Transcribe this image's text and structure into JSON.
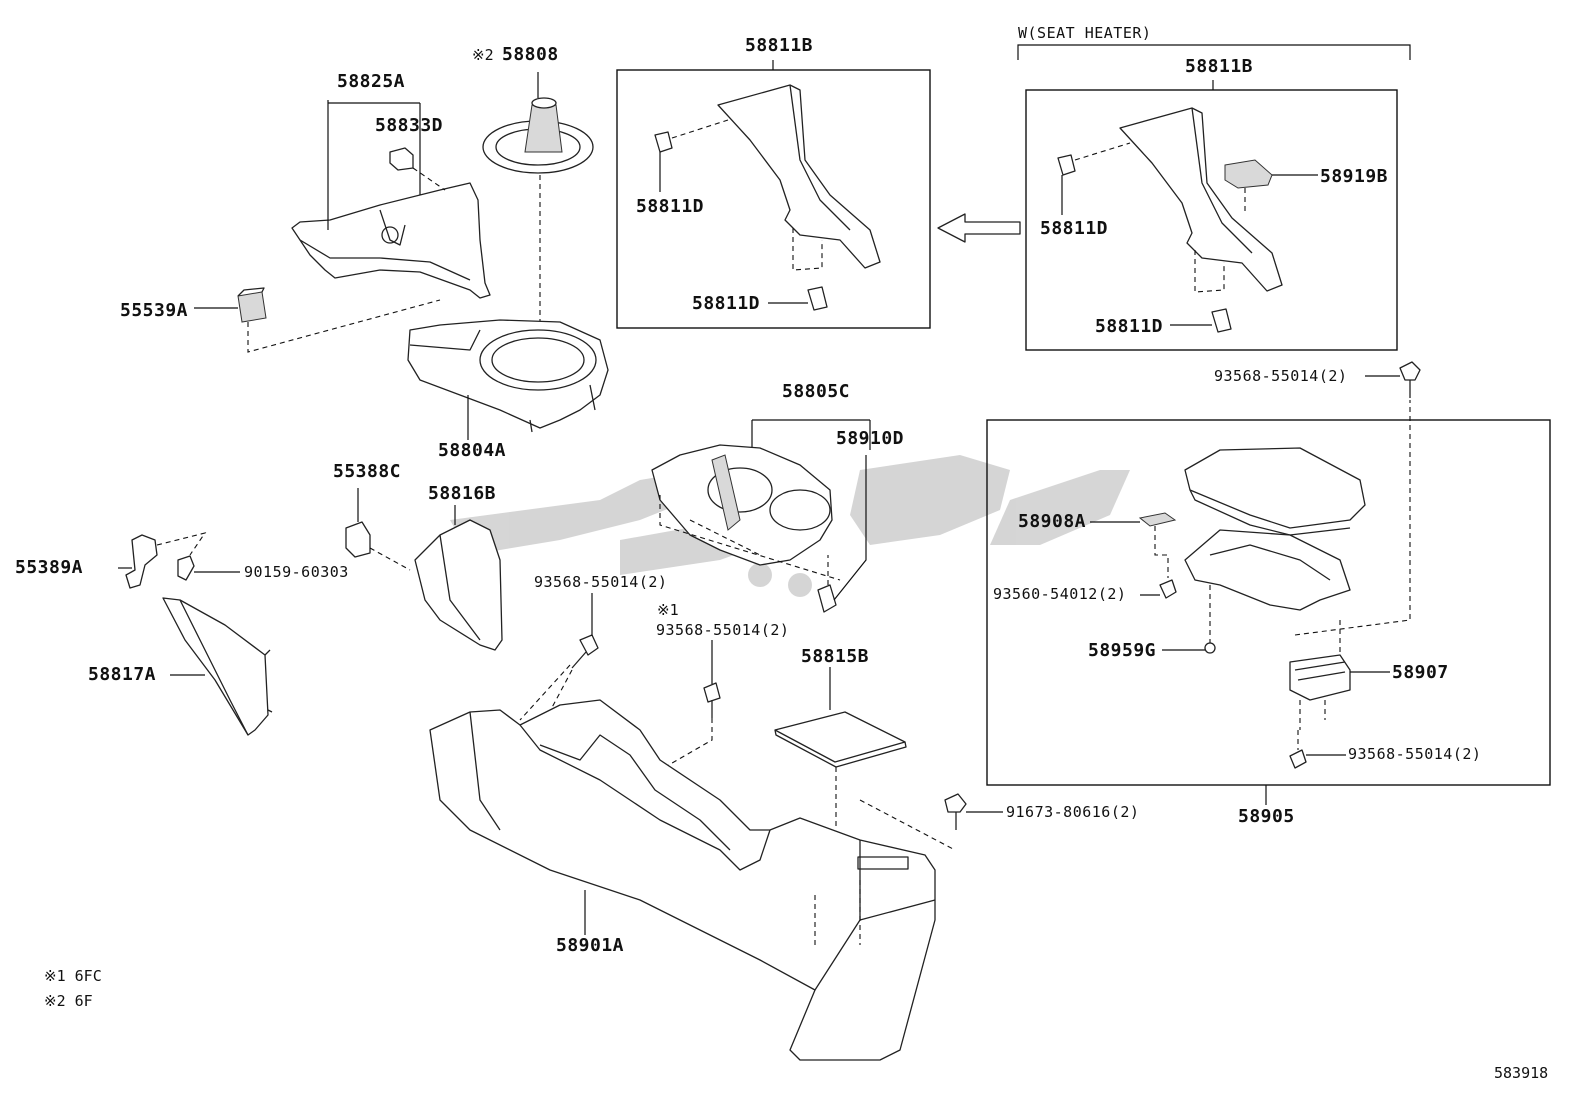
{
  "labels": {
    "p58825A": "58825A",
    "p58833D": "58833D",
    "p58808": "58808",
    "mark2": "※2",
    "p55539A": "55539A",
    "p58804A": "58804A",
    "p55388C": "55388C",
    "p58816B": "58816B",
    "p55389A": "55389A",
    "p90159": "90159-60303",
    "p58817A": "58817A",
    "p58811B_a": "58811B",
    "p58811D_a1": "58811D",
    "p58811D_a2": "58811D",
    "seat_heater": "W(SEAT HEATER)",
    "p58811B_b": "58811B",
    "p58811D_b1": "58811D",
    "p58919B": "58919B",
    "p58811D_b2": "58811D",
    "p93568_top": "93568-55014(2)",
    "p58805C": "58805C",
    "p58910D": "58910D",
    "p93568_mid": "93568-55014(2)",
    "mark1": "※1",
    "p93568_mid2": "93568-55014(2)",
    "p58815B": "58815B",
    "p58908A": "58908A",
    "p93560": "93560-54012(2)",
    "p58959G": "58959G",
    "p58907": "58907",
    "p93568_low": "93568-55014(2)",
    "p58905": "58905",
    "p91673": "91673-80616(2)",
    "p58901A": "58901A",
    "note1": "※1 6FC",
    "note2": "※2 6F",
    "figure_no": "583918"
  }
}
